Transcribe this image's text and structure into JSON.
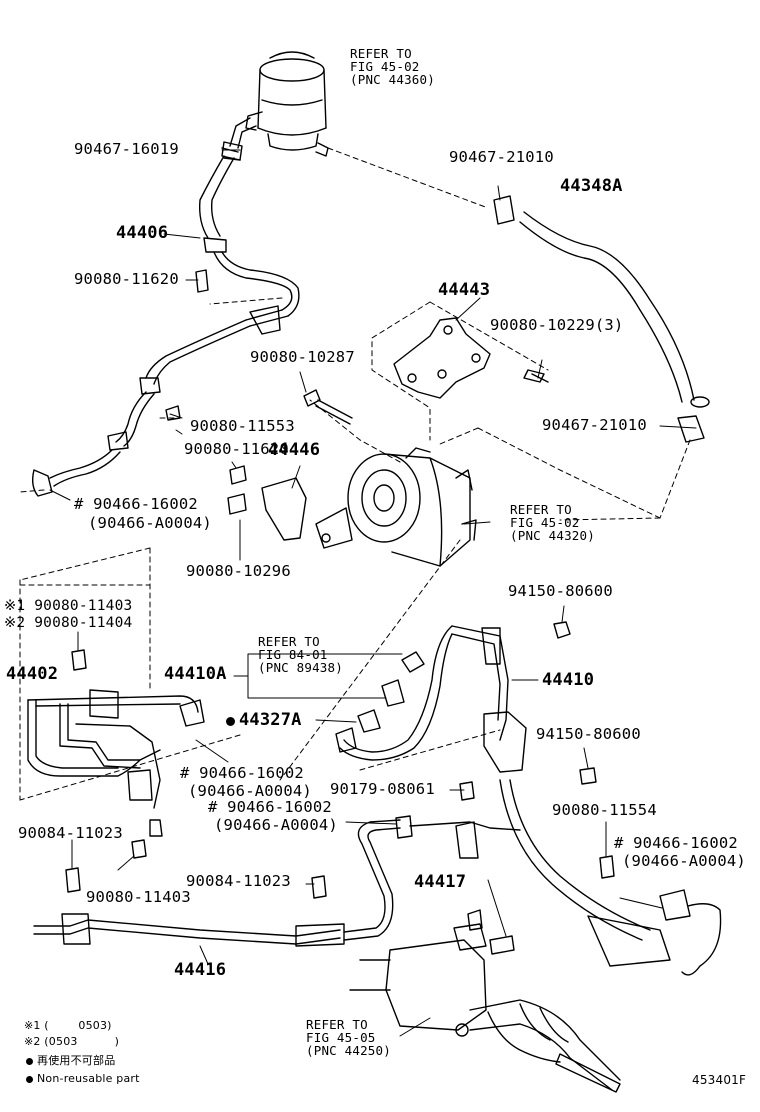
{
  "colors": {
    "line": "#000000",
    "background": "#ffffff"
  },
  "labels": {
    "ref_44360": "REFER TO\nFIG 45-02\n(PNC 44360)",
    "p9046716019": "90467-16019",
    "p9046721010_a": "90467-21010",
    "p44348A": "44348A",
    "p44406": "44406",
    "p9008011620_a": "90080-11620",
    "p44443": "44443",
    "p900801022903": "90080-10229(3)",
    "p9008010287": "90080-10287",
    "p9008011553": "90080-11553",
    "p9046721010_b": "90467-21010",
    "p9008011620_b": "90080-11620",
    "p44446": "44446",
    "p9046616002_a": "# 90466-16002",
    "p90466A0004_a": "(90466-A0004)",
    "ref_44320": "REFER TO\nFIG 45-02\n(PNC 44320)",
    "p9008010296": "90080-10296",
    "p9415080600_a": "94150-80600",
    "p9008011403_n1": "※1 90080-11403",
    "p9008011404_n2": "※2 90080-11404",
    "ref_89438": "REFER TO\nFIG 84-01\n(PNC 89438)",
    "p44402": "44402",
    "p44410A": "44410A",
    "p44410": "44410",
    "p44327A": "44327A",
    "p9415080600_b": "94150-80600",
    "p9046616002_b": "# 90466-16002",
    "p90466A0004_b": "(90466-A0004)",
    "p9017908061": "90179-08061",
    "p9046616002_c": "# 90466-16002",
    "p90466A0004_c": "(90466-A0004)",
    "p9008011554": "90080-11554",
    "p9008411023_a": "90084-11023",
    "p9046616002_d": "# 90466-16002",
    "p90466A0004_d": "(90466-A0004)",
    "p9008011403_b": "90080-11403",
    "p9008411023_b": "90084-11023",
    "p44417": "44417",
    "p44416": "44416",
    "ref_44250": "REFER TO\nFIG 45-05\n(PNC 44250)"
  },
  "notes": {
    "note1": "※1 (        0503)",
    "note2": "※2 (0503          )",
    "legend_jp": "再使用不可部品",
    "legend_en": "Non-reusable part"
  },
  "figure_id": "453401F"
}
